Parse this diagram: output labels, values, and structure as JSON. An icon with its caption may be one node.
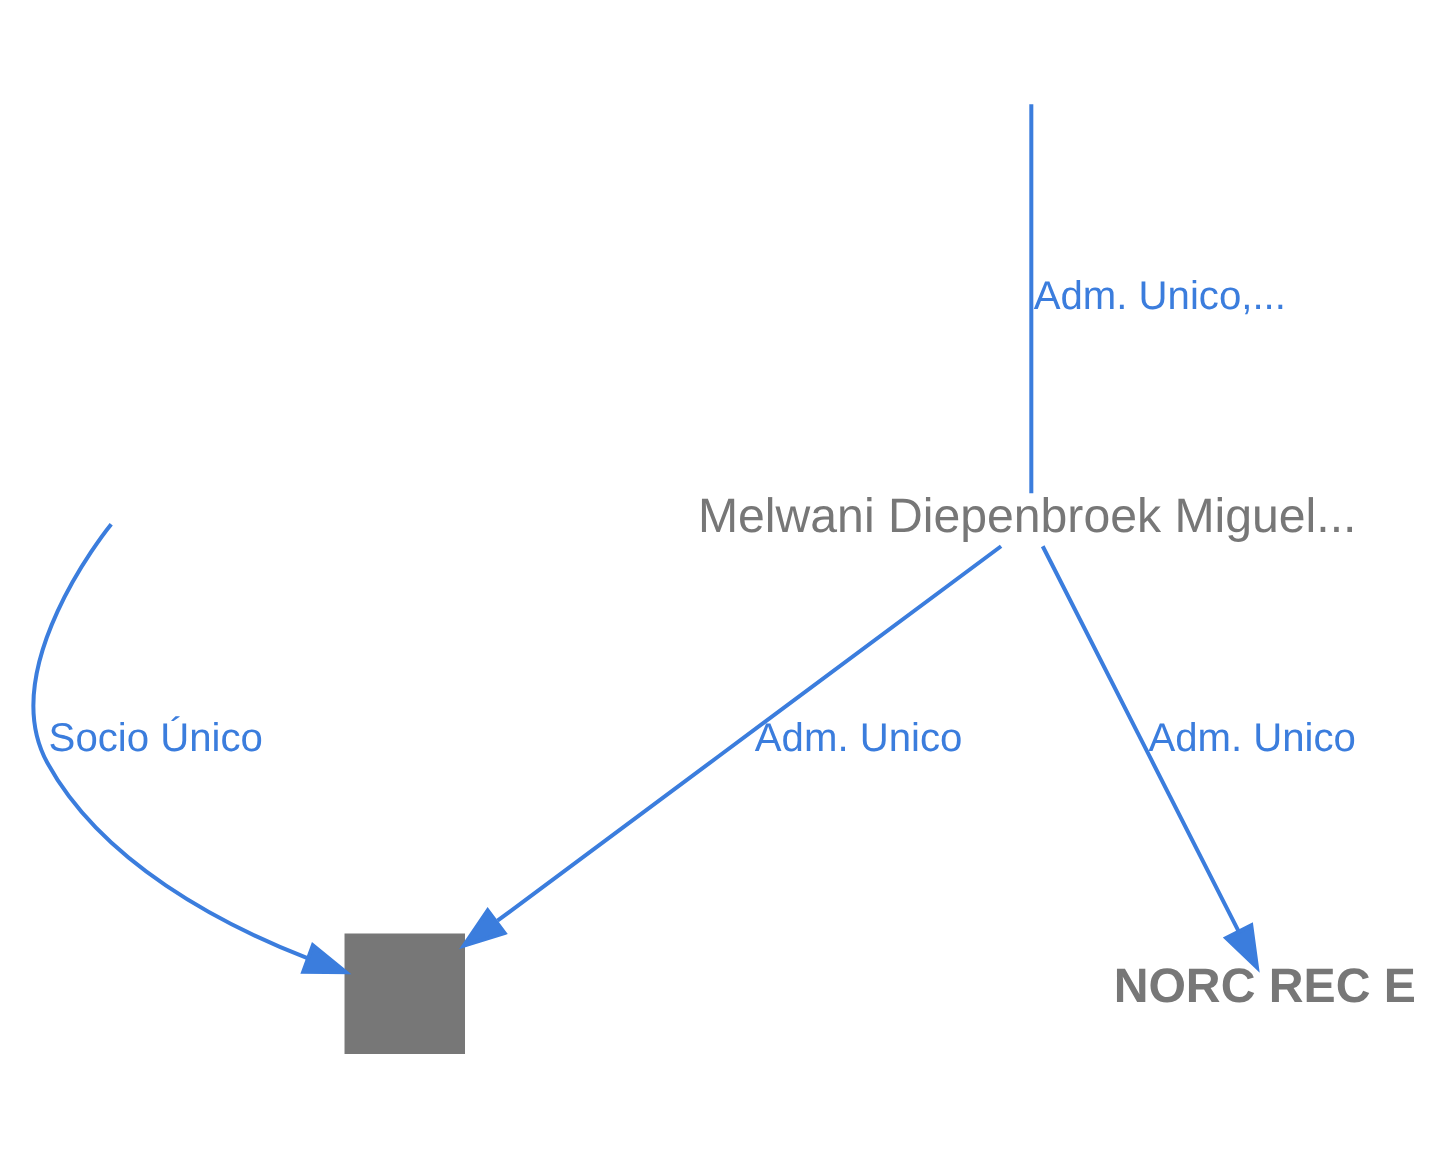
{
  "diagram": {
    "nodes": [
      {
        "text": [
          "Melwani Diepenbroek Miguel..."
        ]
      },
      {
        "text": [
          "NORC REC E"
        ]
      },
      {
        "text": [],
        "shape": "box"
      }
    ],
    "edges": [
      {
        "from": null,
        "to": 0,
        "arrow": "none",
        "label": "Adm. Unico,..."
      },
      {
        "from": 0,
        "to": 1,
        "arrow": "to",
        "label": "Adm. Unico"
      },
      {
        "from": 0,
        "to": 2,
        "arrow": "to",
        "label": "Adm. Unico"
      },
      {
        "from": null,
        "to": 2,
        "arrow": "to",
        "label": "Socio Único"
      }
    ]
  }
}
